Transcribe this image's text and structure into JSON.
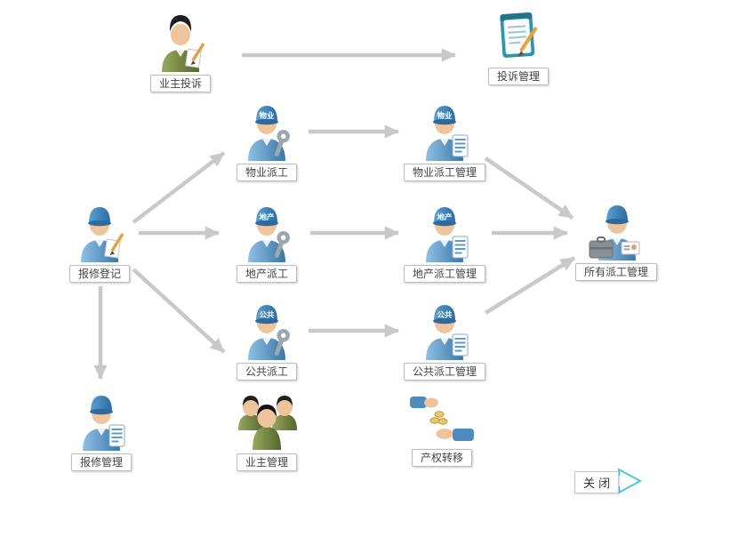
{
  "nodes": {
    "owner_complaint": {
      "label": "业主投诉"
    },
    "complaint_mgmt": {
      "label": "投诉管理"
    },
    "property_dispatch": {
      "label": "物业派工",
      "cap": "物业"
    },
    "property_dispatch_mgmt": {
      "label": "物业派工管理",
      "cap": "物业"
    },
    "repair_register": {
      "label": "报修登记"
    },
    "estate_dispatch": {
      "label": "地产派工",
      "cap": "地产"
    },
    "estate_dispatch_mgmt": {
      "label": "地产派工管理",
      "cap": "地产"
    },
    "all_dispatch_mgmt": {
      "label": "所有派工管理"
    },
    "public_dispatch": {
      "label": "公共派工",
      "cap": "公共"
    },
    "public_dispatch_mgmt": {
      "label": "公共派工管理",
      "cap": "公共"
    },
    "repair_mgmt": {
      "label": "报修管理"
    },
    "owner_mgmt": {
      "label": "业主管理"
    },
    "property_transfer": {
      "label": "产权转移"
    }
  },
  "close": {
    "label": "关 闭"
  },
  "colors": {
    "arrow_gray": "#c9c9c9",
    "worker_blue": "#4d8cbf",
    "cap_blue": "#2c6ba0",
    "owner_green": "#6f8440",
    "close_accent": "#49c8da",
    "coin_gold": "#e9c76b",
    "notepad_teal": "#2f93ad"
  }
}
